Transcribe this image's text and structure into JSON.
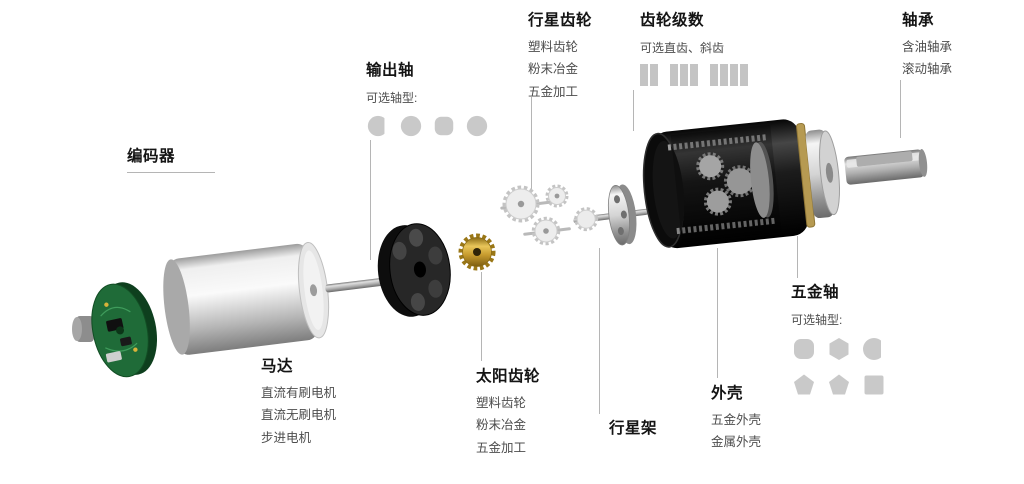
{
  "page": {
    "background": "#ffffff"
  },
  "labels": {
    "planetary_gear": {
      "title": "行星齿轮",
      "items": [
        "塑料齿轮",
        "粉末冶金",
        "五金加工"
      ]
    },
    "gear_stages": {
      "title": "齿轮级数",
      "subtitle": "可选直齿、斜齿",
      "stage_icons": [
        "2-segment-gear-icon",
        "3-segment-gear-icon",
        "4-segment-gear-icon"
      ]
    },
    "bearing": {
      "title": "轴承",
      "items": [
        "含油轴承",
        "滚动轴承"
      ]
    },
    "output_shaft": {
      "title": "输出轴",
      "subtitle": "可选轴型:",
      "shape_icons": [
        "d-shape-icon",
        "circle-icon",
        "rounded-square-icon",
        "circle-icon"
      ]
    },
    "encoder": {
      "title": "编码器"
    },
    "motor": {
      "title": "马达",
      "items": [
        "直流有刷电机",
        "直流无刷电机",
        "步进电机"
      ]
    },
    "sun_gear": {
      "title": "太阳齿轮",
      "items": [
        "塑料齿轮",
        "粉末冶金",
        "五金加工"
      ]
    },
    "planet_carrier": {
      "title": "行星架"
    },
    "housing": {
      "title": "外壳",
      "items": [
        "五金外壳",
        "金属外壳"
      ]
    },
    "hardware_shaft": {
      "title": "五金轴",
      "subtitle": "可选轴型:",
      "shape_icons": [
        "rounded-square-icon",
        "hexagon-icon",
        "d-shape-icon",
        "pentagon-icon",
        "pentagon-icon",
        "square-icon"
      ]
    }
  },
  "illustration": {
    "parts": [
      "encoder-pcb",
      "motor-body",
      "motor-shaft",
      "motor-end-cap",
      "sun-gear",
      "planetary-gears",
      "planet-carrier",
      "gearbox-housing",
      "bearing-cap",
      "output-shaft"
    ],
    "colors": {
      "pcb_green": "#1f6b38",
      "brass": "#c79b2e",
      "housing_black": "#1c1c1c",
      "metal_silver": "#d4d4d4",
      "gold_ring": "#b69a52",
      "leader_line": "#b5b5b5",
      "title_text": "#141414",
      "item_text": "#4d4d4d",
      "shape_fill": "#c9c9c9"
    }
  }
}
